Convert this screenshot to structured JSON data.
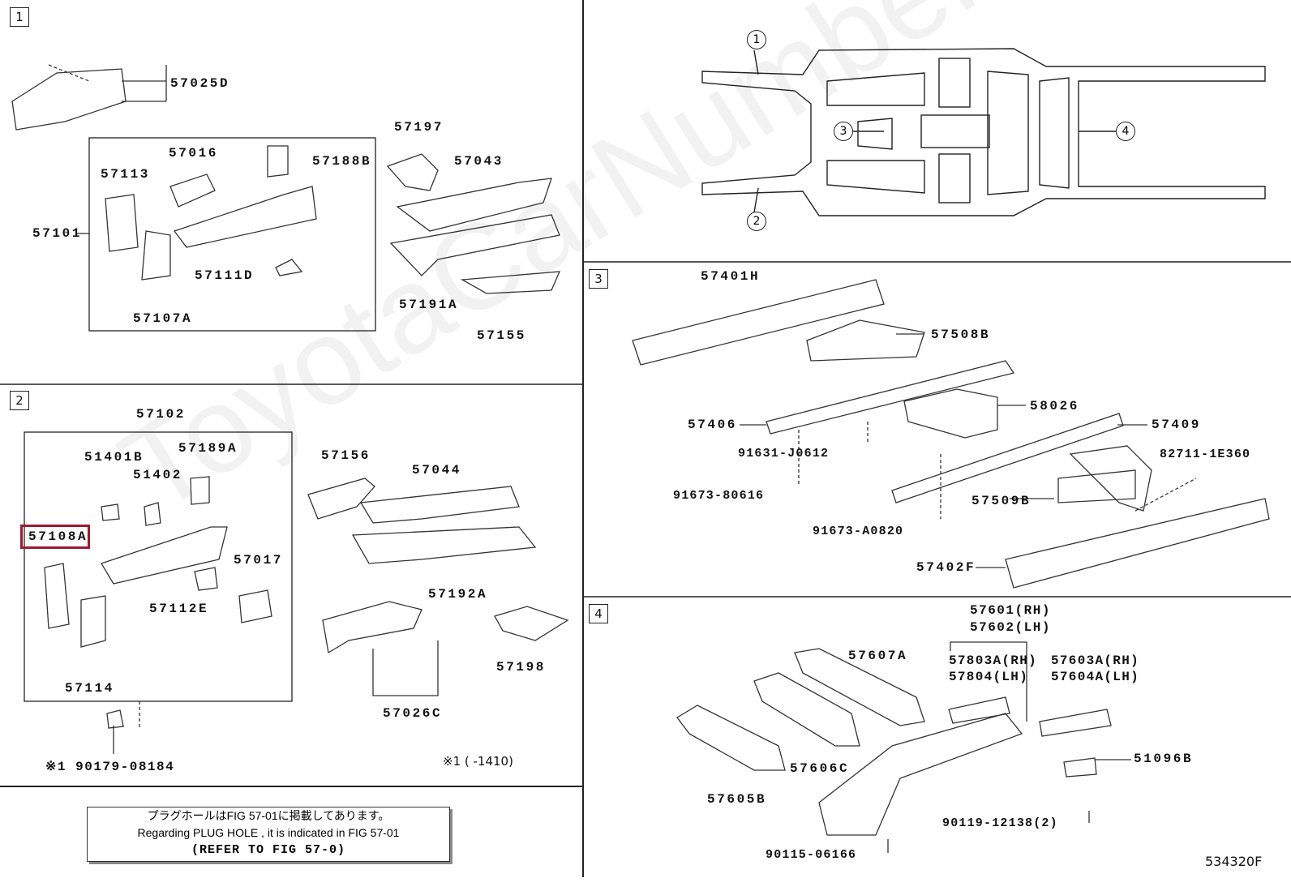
{
  "watermark": "ToyotaCarNumber.ru",
  "sections": {
    "s1": "1",
    "s2": "2",
    "s3": "3",
    "s4": "4"
  },
  "overview": {
    "c1": "1",
    "c2": "2",
    "c3": "3",
    "c4": "4"
  },
  "section1": {
    "p57025D": "57025D",
    "p57016": "57016",
    "p57188B": "57188B",
    "p57113": "57113",
    "p57101": "57101",
    "p57111D": "57111D",
    "p57107A": "57107A",
    "p57197": "57197",
    "p57043": "57043",
    "p57191A": "57191A",
    "p57155": "57155"
  },
  "section2": {
    "p57102": "57102",
    "p51401B": "51401B",
    "p57189A": "57189A",
    "p51402": "51402",
    "p57156": "57156",
    "p57044": "57044",
    "p57108A": "57108A",
    "p57017": "57017",
    "p57112E": "57112E",
    "p57192A": "57192A",
    "p57114": "57114",
    "p57198": "57198",
    "p57026C": "57026C",
    "p90179": "※1 90179-08184",
    "footnote": "※1 (      -1410)"
  },
  "highlight_color": "#9b1b30",
  "section3": {
    "p57401H": "57401H",
    "p57508B": "57508B",
    "p57406": "57406",
    "p58026": "58026",
    "p57409": "57409",
    "p91631": "91631-J0612",
    "p82711": "82711-1E360",
    "p91673a": "91673-80616",
    "p57509B": "57509B",
    "p91673b": "91673-A0820",
    "p57402F": "57402F"
  },
  "section4": {
    "p57601": "57601(RH)",
    "p57602": "57602(LH)",
    "p57607A": "57607A",
    "p57803A": "57803A(RH)",
    "p57804": "57804(LH)",
    "p57603A": "57603A(RH)",
    "p57604A": "57604A(LH)",
    "p57606C": "57606C",
    "p51096B": "51096B",
    "p57605B": "57605B",
    "p90119": "90119-12138(2)",
    "p90115": "90115-06166"
  },
  "note": {
    "line1": "プラグホールはFIG 57-01に掲載してあります。",
    "line2": "Regarding  PLUG  HOLE , it is indicated in FIG  57-01",
    "line3": "(REFER TO FIG 57-0)"
  },
  "figure_id": "534320F"
}
